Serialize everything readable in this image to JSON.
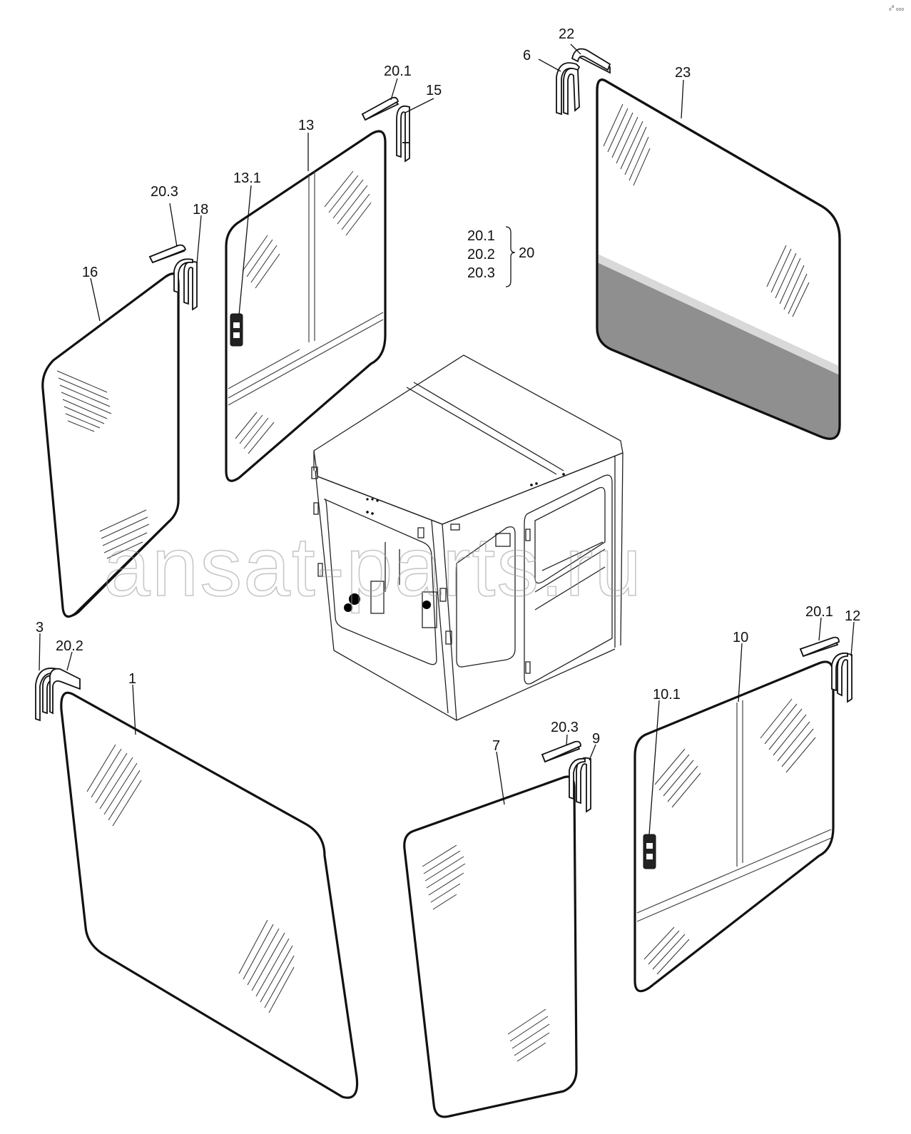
{
  "watermark": "ansat-parts.ru",
  "corner_mark": "₀⁰ ₀₀₀",
  "callouts": {
    "c22": "22",
    "c6": "6",
    "c23": "23",
    "c20_1_top": "20.1",
    "c15": "15",
    "c13": "13",
    "c13_1": "13.1",
    "c20_3_left": "20.3",
    "c18": "18",
    "c16": "16",
    "c3": "3",
    "c20_2": "20.2",
    "c1": "1",
    "c7": "7",
    "c20_3_mid": "20.3",
    "c9": "9",
    "c10": "10",
    "c10_1": "10.1",
    "c20_1_right": "20.1",
    "c12": "12"
  },
  "group_legend": {
    "items": [
      "20.1",
      "20.2",
      "20.3"
    ],
    "group": "20"
  },
  "colors": {
    "line": "#111111",
    "tint_band": "#8f8f8f",
    "tint_stripe": "#d9d9d9",
    "watermark": "#9a9a9a"
  }
}
